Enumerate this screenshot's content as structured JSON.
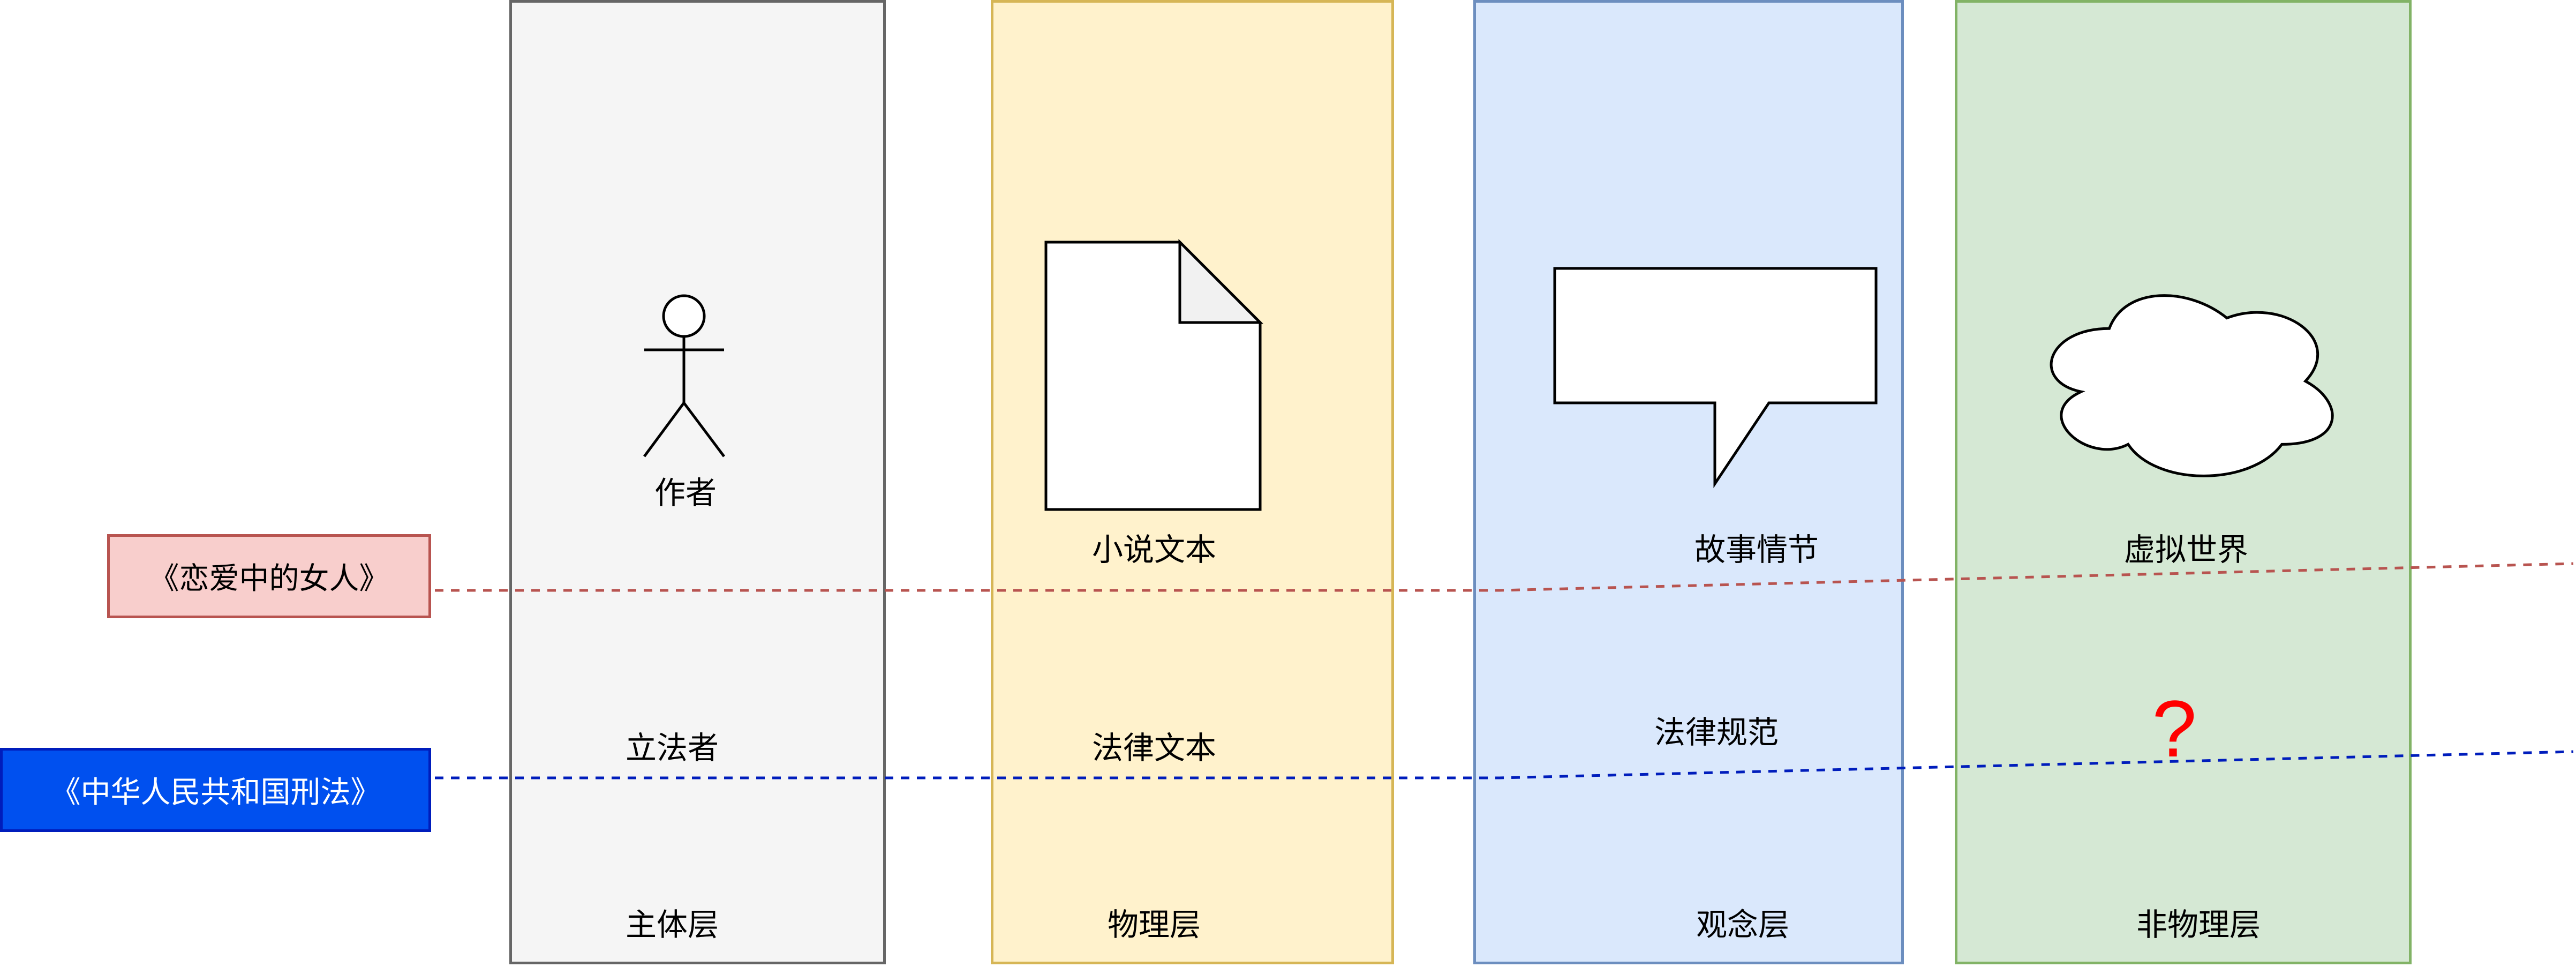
{
  "diagram": {
    "columns": [
      {
        "id": "subject",
        "layer_label": "主体层",
        "fill": "#f5f5f5",
        "stroke": "#666666",
        "icon": "stick-figure-icon",
        "icon_label": "作者",
        "law_item": "立法者"
      },
      {
        "id": "physical",
        "layer_label": "物理层",
        "fill": "#fff2cc",
        "stroke": "#d6b656",
        "icon": "document-icon",
        "icon_label": "小说文本",
        "law_item": "法律文本"
      },
      {
        "id": "concept",
        "layer_label": "观念层",
        "fill": "#dae8fc",
        "stroke": "#6c8ebf",
        "icon": "speech-bubble-icon",
        "icon_label": "故事情节",
        "law_item": "法律规范"
      },
      {
        "id": "nonphysical",
        "layer_label": "非物理层",
        "fill": "#d5e8d4",
        "stroke": "#82b366",
        "icon": "cloud-icon",
        "icon_label": "虚拟世界",
        "law_item": "?"
      }
    ],
    "works": [
      {
        "id": "novel",
        "label": "《恋爱中的女人》",
        "fill": "#f8cecc",
        "stroke": "#b85450",
        "line_color": "#b85450",
        "line_style": "dashed"
      },
      {
        "id": "criminal-law",
        "label": "《中华人民共和国刑法》",
        "fill": "#0050ef",
        "stroke": "#001dbc",
        "text_color": "#ffffff",
        "line_color": "#001dbc",
        "line_style": "dashed"
      }
    ],
    "question_mark_color": "#ff0000"
  }
}
